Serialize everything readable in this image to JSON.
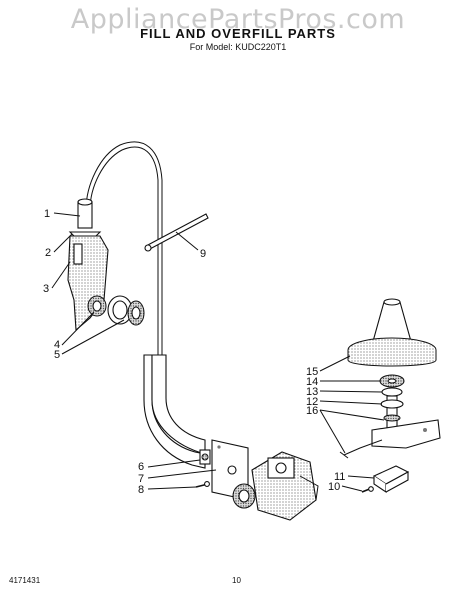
{
  "watermark": "AppliancePartsPros.com",
  "title": "FILL AND OVERFILL PARTS",
  "model_line": "For Model: KUDC220T1",
  "footer": {
    "doc_number": "4171431",
    "page": "10"
  },
  "callouts": [
    "1",
    "2",
    "3",
    "4",
    "5",
    "6",
    "7",
    "8",
    "9",
    "10",
    "11",
    "12",
    "13",
    "14",
    "15",
    "16"
  ]
}
